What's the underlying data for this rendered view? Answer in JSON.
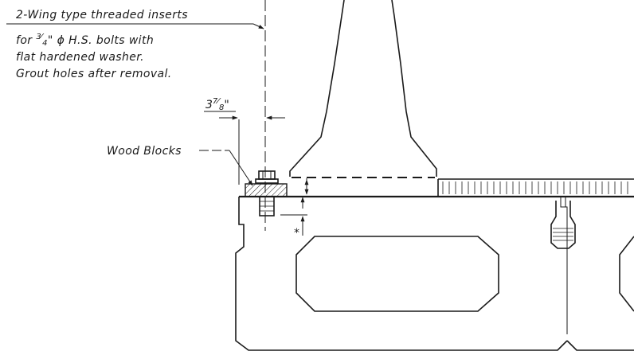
{
  "callout_insert": {
    "title": "2-Wing type threaded inserts",
    "line1_prefix": "for ",
    "line1_frac_num": "3",
    "line1_frac_den": "4",
    "line1_suffix": "\" ϕ H.S. bolts with",
    "line2": "flat hardened washer.",
    "line3": "Grout holes after removal."
  },
  "dimension_offset": {
    "whole": "3",
    "frac_num": "7",
    "frac_den": "8",
    "unit": "\""
  },
  "callout_wood": {
    "label": "Wood Blocks"
  },
  "asterisk_note": {
    "symbol": "*"
  }
}
